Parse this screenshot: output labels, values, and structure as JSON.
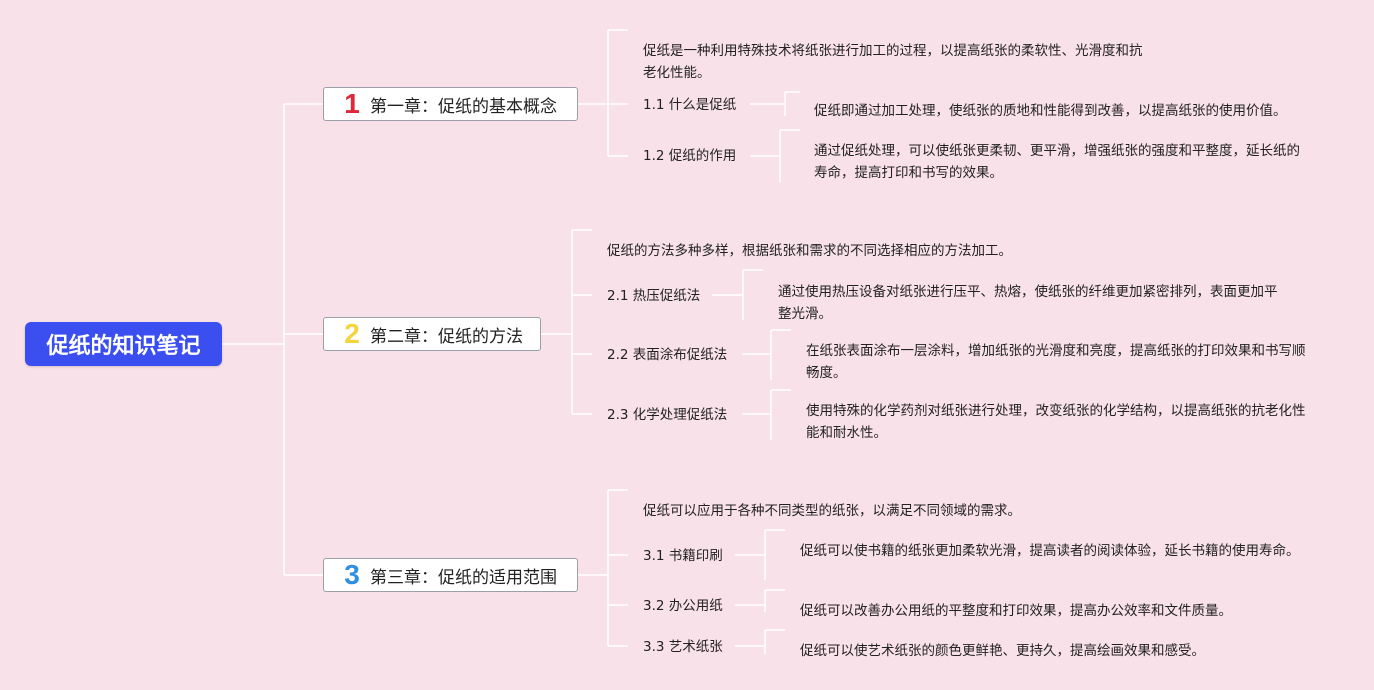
{
  "colors": {
    "background": "#f9e1ea",
    "root": "#3b4ef0",
    "chapter1_number": "#e0263a",
    "chapter2_number": "#f3d43c",
    "chapter3_number": "#2f8fe0"
  },
  "root": {
    "title": "促纸的知识笔记"
  },
  "chapters": [
    {
      "number": "1",
      "title": "第一章：促纸的基本概念",
      "intro": "促纸是一种利用特殊技术将纸张进行加工的过程，以提高纸张的柔软性、光滑度和抗老化性能。",
      "sections": [
        {
          "label": "1.1 什么是促纸",
          "detail": "促纸即通过加工处理，使纸张的质地和性能得到改善，以提高纸张的使用价值。"
        },
        {
          "label": "1.2 促纸的作用",
          "detail": "通过促纸处理，可以使纸张更柔韧、更平滑，增强纸张的强度和平整度，延长纸的寿命，提高打印和书写的效果。"
        }
      ]
    },
    {
      "number": "2",
      "title": "第二章：促纸的方法",
      "intro": "促纸的方法多种多样，根据纸张和需求的不同选择相应的方法加工。",
      "sections": [
        {
          "label": "2.1 热压促纸法",
          "detail": "通过使用热压设备对纸张进行压平、热熔，使纸张的纤维更加紧密排列，表面更加平整光滑。"
        },
        {
          "label": "2.2 表面涂布促纸法",
          "detail": "在纸张表面涂布一层涂料，增加纸张的光滑度和亮度，提高纸张的打印效果和书写顺畅度。"
        },
        {
          "label": "2.3 化学处理促纸法",
          "detail": "使用特殊的化学药剂对纸张进行处理，改变纸张的化学结构，以提高纸张的抗老化性能和耐水性。"
        }
      ]
    },
    {
      "number": "3",
      "title": "第三章：促纸的适用范围",
      "intro": "促纸可以应用于各种不同类型的纸张，以满足不同领域的需求。",
      "sections": [
        {
          "label": "3.1 书籍印刷",
          "detail": "促纸可以使书籍的纸张更加柔软光滑，提高读者的阅读体验，延长书籍的使用寿命。"
        },
        {
          "label": "3.2 办公用纸",
          "detail": "促纸可以改善办公用纸的平整度和打印效果，提高办公效率和文件质量。"
        },
        {
          "label": "3.3 艺术纸张",
          "detail": "促纸可以使艺术纸张的颜色更鲜艳、更持久，提高绘画效果和感受。"
        }
      ]
    }
  ]
}
